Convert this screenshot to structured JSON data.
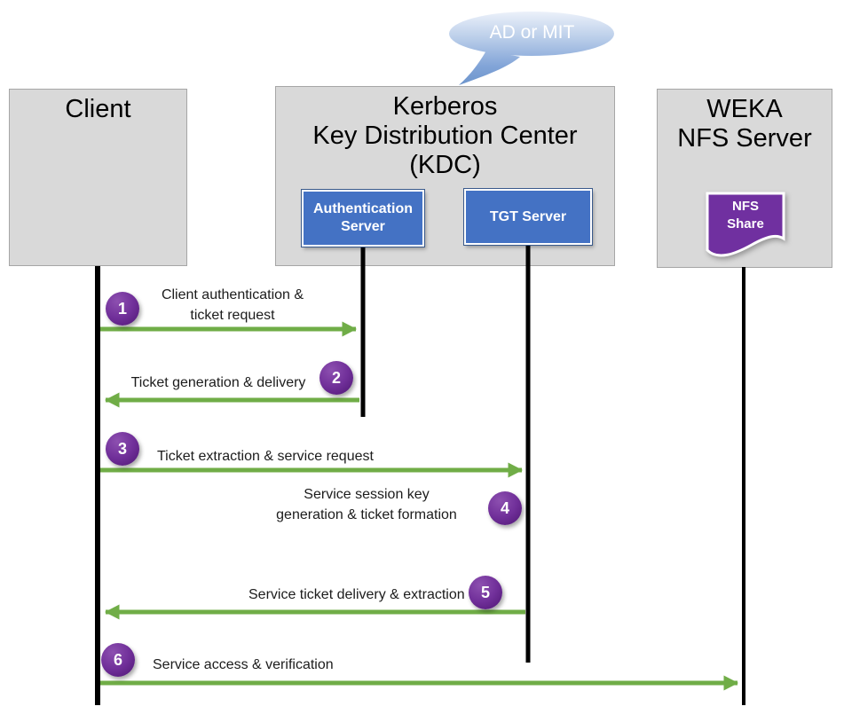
{
  "callout": {
    "text": "AD or MIT"
  },
  "actors": {
    "client": {
      "title": "Client"
    },
    "kdc": {
      "title_lines": [
        "Kerberos",
        "Key Distribution Center (KDC)"
      ],
      "auth_server_label": "Authentication Server",
      "tgt_server_label": "TGT Server"
    },
    "weka": {
      "title_lines": [
        "WEKA",
        "NFS Server"
      ],
      "nfs_share_lines": [
        "NFS",
        "Share"
      ]
    }
  },
  "messages": [
    {
      "num": "1",
      "lines": [
        "Client authentication &",
        "ticket request"
      ],
      "from": "Client",
      "to": "Authentication Server",
      "arrow": "right"
    },
    {
      "num": "2",
      "lines": [
        "Ticket generation & delivery"
      ],
      "from": "Authentication Server",
      "to": "Client",
      "arrow": "left"
    },
    {
      "num": "3",
      "lines": [
        "Ticket extraction & service request"
      ],
      "from": "Client",
      "to": "TGT Server",
      "arrow": "right"
    },
    {
      "num": "4",
      "lines": [
        "Service session key",
        "generation & ticket formation"
      ],
      "from": "TGT Server",
      "to": "TGT Server",
      "arrow": "none"
    },
    {
      "num": "5",
      "lines": [
        "Service ticket delivery & extraction"
      ],
      "from": "TGT Server",
      "to": "Client",
      "arrow": "left"
    },
    {
      "num": "6",
      "lines": [
        "Service access & verification"
      ],
      "from": "Client",
      "to": "WEKA NFS Server",
      "arrow": "right"
    }
  ],
  "colors": {
    "arrow_green": "#70ad47",
    "actor_box_gray": "#d9d9d9",
    "server_blue": "#4472c4",
    "step_purple": "#71309a",
    "nfs_share_purple": "#7030a0",
    "callout_blue": "#6b93cb",
    "lifeline_black": "#000000"
  }
}
